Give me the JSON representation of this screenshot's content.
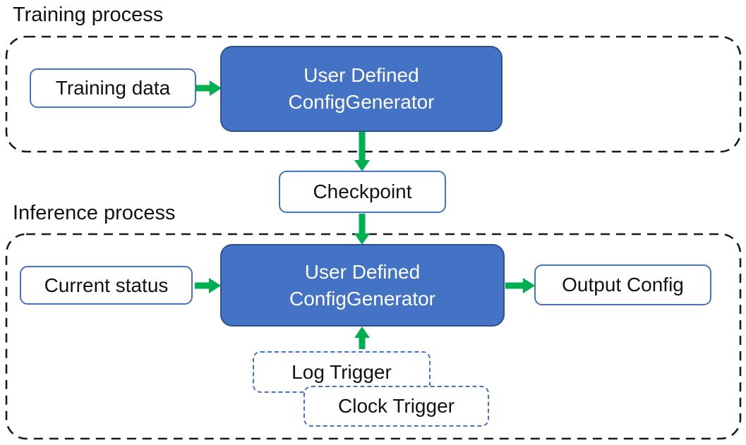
{
  "diagram": {
    "type": "flow-diagram",
    "colors": {
      "node_fill_blue": "#4472C4",
      "node_border_dark_blue": "#2F528F",
      "light_box_border_blue": "#4472C4",
      "arrow_green": "#00B050",
      "container_dash_black": "#1a1a1a"
    },
    "training_section": {
      "label": "Training process",
      "nodes": {
        "training_data": "Training data",
        "generator_line1": "User Defined",
        "generator_line2": "ConfigGenerator"
      }
    },
    "checkpoint": {
      "label": "Checkpoint"
    },
    "inference_section": {
      "label": "Inference process",
      "nodes": {
        "current_status": "Current status",
        "generator_line1": "User Defined",
        "generator_line2": "ConfigGenerator",
        "output_config": "Output Config",
        "log_trigger": "Log Trigger",
        "clock_trigger": "Clock Trigger"
      }
    },
    "edges": [
      "training_data -> generator(training)",
      "generator(training) -> checkpoint",
      "checkpoint -> generator(inference)",
      "current_status -> generator(inference)",
      "generator(inference) -> output_config",
      "triggers -> generator(inference)"
    ]
  }
}
